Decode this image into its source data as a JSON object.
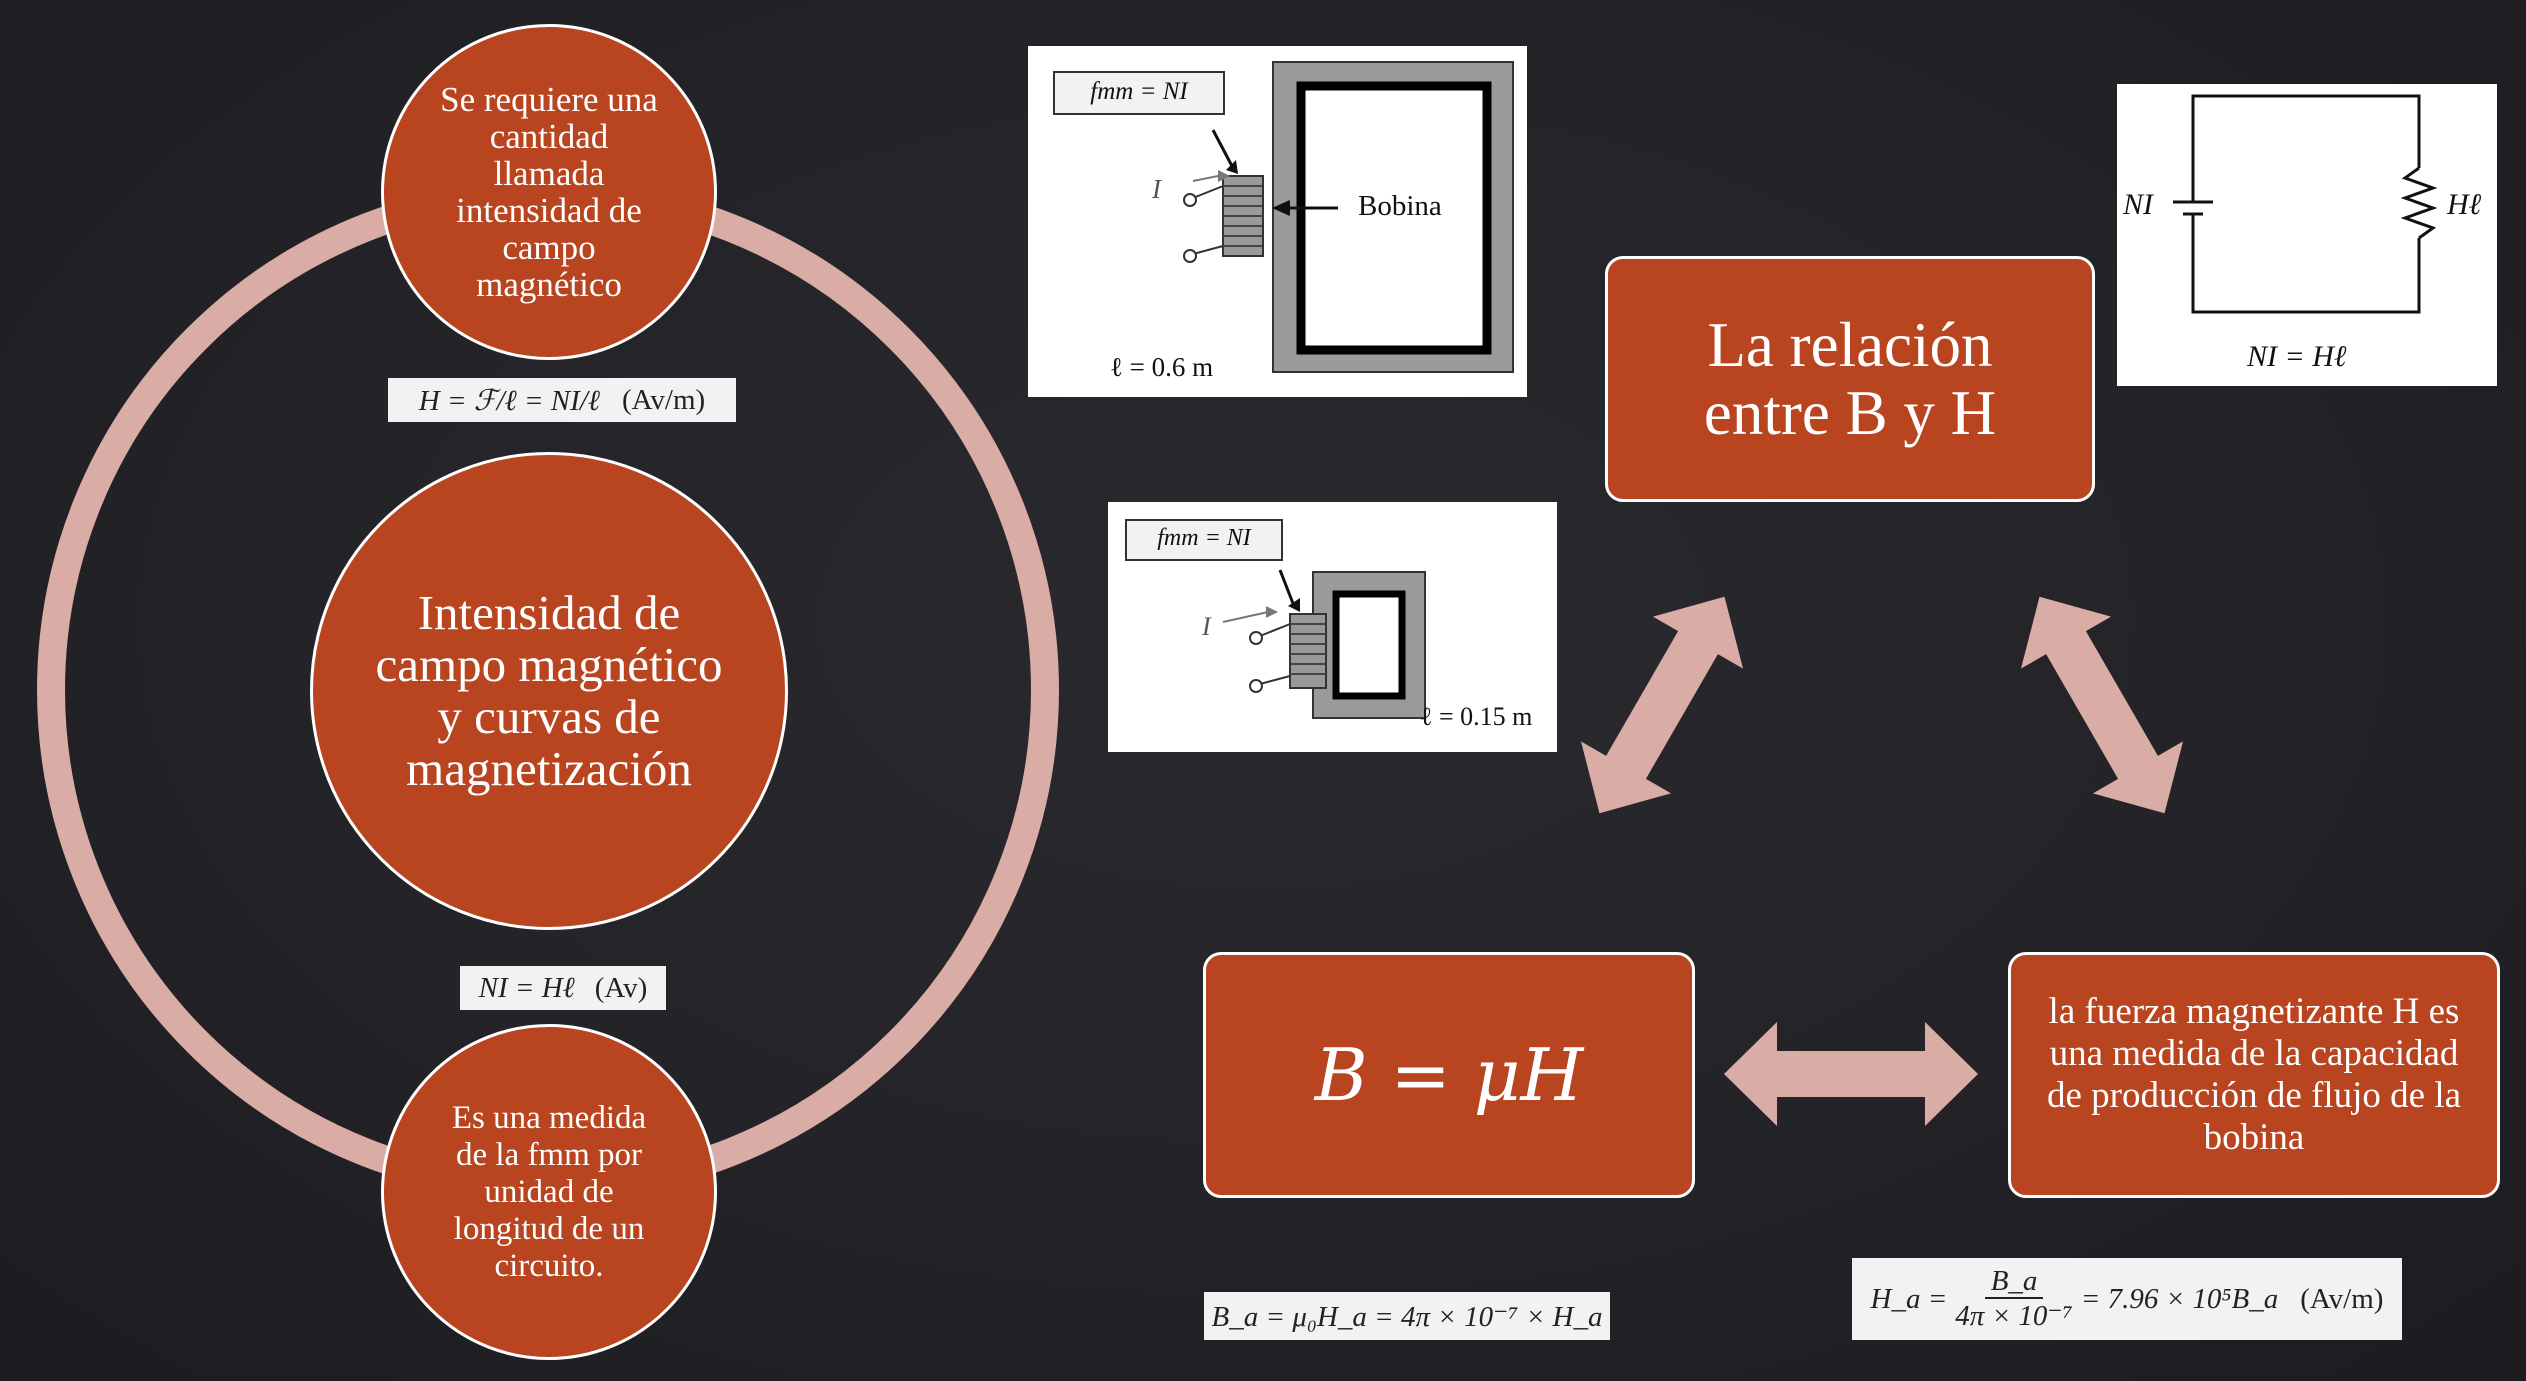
{
  "left_cycle": {
    "top_node": "Se requiere una cantidad llamada intensidad de campo magnético",
    "center_node": "Intensidad de campo magnético y curvas de magnetización",
    "bottom_node": "Es una medida de la fmm por unidad de longitud de un circuito.",
    "formula_h": "H = ℱ/ℓ = NI/ℓ",
    "formula_h_unit": "(Av/m)",
    "formula_ni": "NI = Hℓ",
    "formula_ni_unit": "(Av)"
  },
  "figure_large": {
    "fmm_label": "fmm = NI",
    "current_label": "I",
    "coil_label": "Bobina",
    "length_label": "ℓ = 0.6 m"
  },
  "figure_small": {
    "fmm_label": "fmm = NI",
    "current_label": "I",
    "length_label": "ℓ = 0.15 m"
  },
  "circuit": {
    "source_label": "NI",
    "resistor_label": "Hℓ",
    "equation": "NI = Hℓ"
  },
  "triangle": {
    "top_box": "La relación entre B y H",
    "left_box": "B = μH",
    "right_box": "la fuerza magnetizante H es una medida de la capacidad de producción de flujo de la bobina"
  },
  "formula_ba": "B_a = μ₀H_a = 4π × 10⁻⁷ × H_a",
  "formula_ha": {
    "lhs": "H_a =",
    "numerator": "B_a",
    "denominator": "4π × 10⁻⁷",
    "rhs": "= 7.96 × 10⁵B_a",
    "unit": "(Av/m)"
  },
  "colors": {
    "node_fill": "#b84420",
    "ring": "#d9aca6",
    "arrow": "#d9aca6",
    "background": "#242428"
  }
}
